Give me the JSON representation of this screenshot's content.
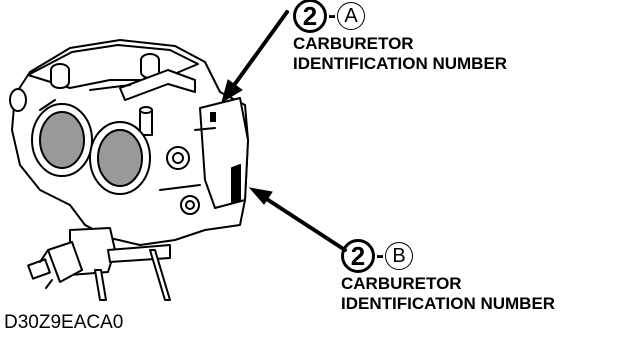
{
  "callout_a": {
    "number": "2",
    "letter": "A",
    "caption_line1": "CARBURETOR",
    "caption_line2": "IDENTIFICATION NUMBER"
  },
  "callout_b": {
    "number": "2",
    "letter": "B",
    "caption_line1": "CARBURETOR",
    "caption_line2": "IDENTIFICATION NUMBER"
  },
  "figure_id": "D30Z9EACA0"
}
